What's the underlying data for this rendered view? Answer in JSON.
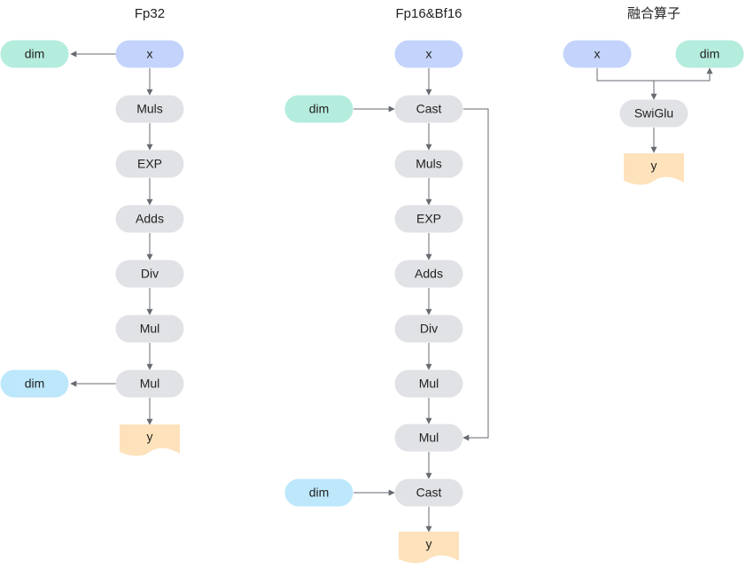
{
  "colors": {
    "x": "#c3d3fb",
    "op": "#e1e2e6",
    "dim_green": "#b4ecdd",
    "dim_blue": "#bde7fb",
    "output": "#fde2bb",
    "edge": "#666a70"
  },
  "columns": [
    {
      "title": "Fp32",
      "nodes": [
        {
          "id": "dim_top",
          "label": "dim",
          "kind": "dim_green"
        },
        {
          "id": "x",
          "label": "x",
          "kind": "x"
        },
        {
          "id": "muls",
          "label": "Muls",
          "kind": "op"
        },
        {
          "id": "exp",
          "label": "EXP",
          "kind": "op"
        },
        {
          "id": "adds",
          "label": "Adds",
          "kind": "op"
        },
        {
          "id": "div",
          "label": "Div",
          "kind": "op"
        },
        {
          "id": "mul1",
          "label": "Mul",
          "kind": "op"
        },
        {
          "id": "mul2",
          "label": "Mul",
          "kind": "op"
        },
        {
          "id": "dim_bottom",
          "label": "dim",
          "kind": "dim_blue"
        },
        {
          "id": "y",
          "label": "y",
          "kind": "output"
        }
      ]
    },
    {
      "title": "Fp16&Bf16",
      "nodes": [
        {
          "id": "x",
          "label": "x",
          "kind": "x"
        },
        {
          "id": "dim_top",
          "label": "dim",
          "kind": "dim_green"
        },
        {
          "id": "cast1",
          "label": "Cast",
          "kind": "op"
        },
        {
          "id": "muls",
          "label": "Muls",
          "kind": "op"
        },
        {
          "id": "exp",
          "label": "EXP",
          "kind": "op"
        },
        {
          "id": "adds",
          "label": "Adds",
          "kind": "op"
        },
        {
          "id": "div",
          "label": "Div",
          "kind": "op"
        },
        {
          "id": "mul1",
          "label": "Mul",
          "kind": "op"
        },
        {
          "id": "mul2",
          "label": "Mul",
          "kind": "op"
        },
        {
          "id": "dim_bottom",
          "label": "dim",
          "kind": "dim_blue"
        },
        {
          "id": "cast2",
          "label": "Cast",
          "kind": "op"
        },
        {
          "id": "y",
          "label": "y",
          "kind": "output"
        }
      ]
    },
    {
      "title": "融合算子",
      "nodes": [
        {
          "id": "x",
          "label": "x",
          "kind": "x"
        },
        {
          "id": "dim",
          "label": "dim",
          "kind": "dim_green"
        },
        {
          "id": "swiglu",
          "label": "SwiGlu",
          "kind": "op"
        },
        {
          "id": "y",
          "label": "y",
          "kind": "output"
        }
      ]
    }
  ]
}
